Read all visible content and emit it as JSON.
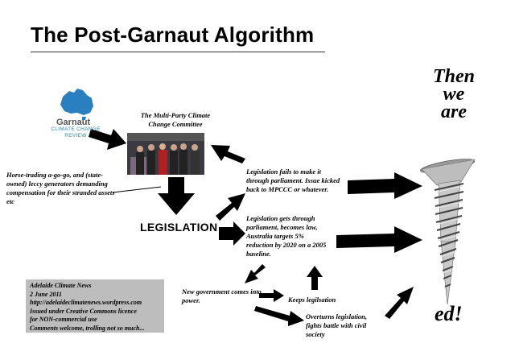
{
  "title": "The Post-Garnaut Algorithm",
  "logo": {
    "name": "Garnaut",
    "subtitle_line1": "CLIMATE CHANGE",
    "subtitle_line2": "REVIEW",
    "colors": {
      "map": "#2a7fc0",
      "text": "#2a8ab5"
    }
  },
  "committee_caption_line1": "The Multi-Party Climate",
  "committee_caption_line2": "Change Committee",
  "horse_trading": "Horse-trading a-go-go, and (state-owned) leccy generators demanding compensation for their stranded assets etc",
  "legislation_label": "LEGISLATION",
  "fails_text": "Legislation fails to make it through parliament. Issue kicked back to MPCCC or whatever.",
  "gets_text": "Legislation gets through parliament, becomes law, Australia targets 5% reduction by 2020 on a 2005 baseline.",
  "new_gov_text": "New government comes into power.",
  "keeps_text": "Keeps legilsation",
  "overturn_text": "Overturns legislation, fights battle with civil society",
  "then_we_are": [
    "Then",
    "we",
    "are"
  ],
  "ed_text": "ed!",
  "info_box": [
    "Adelaide Climate News",
    "2 June 2011",
    "http://adelaideclimatenews.wordpress.com",
    "Issued under Creative Commons licence",
    "for NON-commercial use",
    "Comments welcome, trolling not so much..."
  ],
  "icons": [
    "australia-map-icon",
    "committee-photo",
    "screw-icon"
  ]
}
